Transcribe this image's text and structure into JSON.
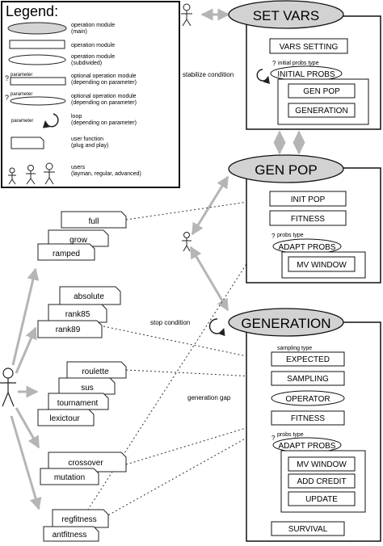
{
  "legend": {
    "title": "Legend:",
    "items": [
      {
        "label": "operation module",
        "sub": "(main)"
      },
      {
        "label": "operation module",
        "sub": ""
      },
      {
        "label": "operation module",
        "sub": "(subdivided)"
      },
      {
        "tag": "parameter",
        "label": "optional operation module",
        "sub": "(depending on parameter)"
      },
      {
        "tag": "parameter",
        "label": "optional operation module",
        "sub": "(depending on parameter)"
      },
      {
        "tag": "parameter",
        "label": "loop",
        "sub": "(depending on parameter)"
      },
      {
        "label": "user function",
        "sub": "(plug and play)"
      },
      {
        "label": "users",
        "sub": "(layman, regular, advanced)"
      }
    ]
  },
  "set_vars": {
    "title": "SET VARS",
    "vars_setting": "VARS SETTING",
    "initial_probs_tag": "initial probs type",
    "initial_probs": "INITIAL PROBS",
    "gen_pop": "GEN POP",
    "generation": "GENERATION"
  },
  "gen_pop": {
    "title": "GEN POP",
    "init_pop": "INIT POP",
    "fitness": "FITNESS",
    "probs_tag": "probs type",
    "adapt_probs": "ADAPT PROBS",
    "mv_window": "MV WINDOW"
  },
  "generation": {
    "title": "GENERATION",
    "sampling_tag": "sampling type",
    "expected": "EXPECTED",
    "sampling": "SAMPLING",
    "operator": "OPERATOR",
    "fitness": "FITNESS",
    "probs_tag": "probs type",
    "adapt_probs": "ADAPT PROBS",
    "mv_window": "MV WINDOW",
    "add_credit": "ADD CREDIT",
    "update": "UPDATE",
    "survival": "SURVIVAL"
  },
  "conditions": {
    "stabilize": "stabilize condition",
    "stop": "stop condition",
    "generation_gap": "generation gap"
  },
  "function_groups": [
    [
      "full",
      "grow",
      "ramped"
    ],
    [
      "absolute",
      "rank85",
      "rank89"
    ],
    [
      "roulette",
      "sus",
      "tournament",
      "lexictour"
    ],
    [
      "crossover",
      "mutation"
    ],
    [
      "regfitness",
      "antfitness"
    ]
  ]
}
